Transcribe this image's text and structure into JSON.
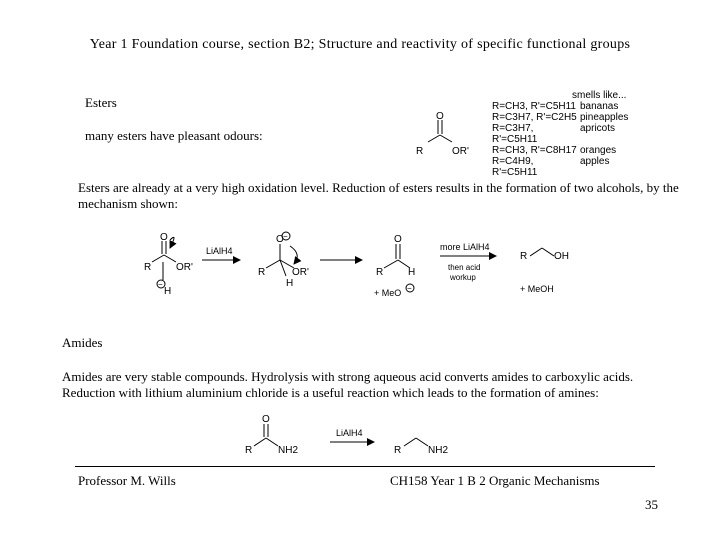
{
  "header": {
    "title": "Year 1 Foundation course, section B2; Structure and reactivity of specific functional groups"
  },
  "esters": {
    "heading": "Esters",
    "intro": "many esters have pleasant odours:",
    "smells_header": "smells like...",
    "smells": [
      {
        "formula": "R=CH3, R'=C5H11",
        "odour": "bananas"
      },
      {
        "formula": "R=C3H7, R'=C2H5",
        "odour": "pineapples"
      },
      {
        "formula": "R=C3H7, R'=C5H11",
        "odour": "apricots"
      },
      {
        "formula": "R=CH3, R'=C8H17",
        "odour": "oranges"
      },
      {
        "formula": "R=C4H9, R'=C5H11",
        "odour": "apples"
      }
    ],
    "reduction_text": "Esters are already at a very high oxidation level.  Reduction of  esters results in the formation of two alcohols, by the mechanism shown:",
    "mechanism": {
      "reagent1": "LiAlH4",
      "reagent2": "more LiAlH4",
      "workup1": "then acid",
      "workup2": "workup",
      "byproduct1": "+ MeO",
      "byproduct2": "+ MeOH",
      "lbl_R": "R",
      "lbl_O": "O",
      "lbl_OR": "OR'",
      "lbl_H": "H",
      "lbl_OH": "OH",
      "lbl_minus": "−"
    }
  },
  "amides": {
    "heading": "Amides",
    "text": "Amides are very stable compounds.  Hydrolysis with strong aqueous acid converts amides to carboxylic acids. Reduction with lithium aluminium chloride is a useful reaction which leads to the formation of amines:",
    "reaction": {
      "reagent": "LiAlH4",
      "lbl_R": "R",
      "lbl_O": "O",
      "lbl_NH2": "NH2"
    }
  },
  "footer": {
    "author": "Professor M. Wills",
    "course": "CH158 Year 1 B 2 Organic Mechanisms",
    "page": "35"
  }
}
